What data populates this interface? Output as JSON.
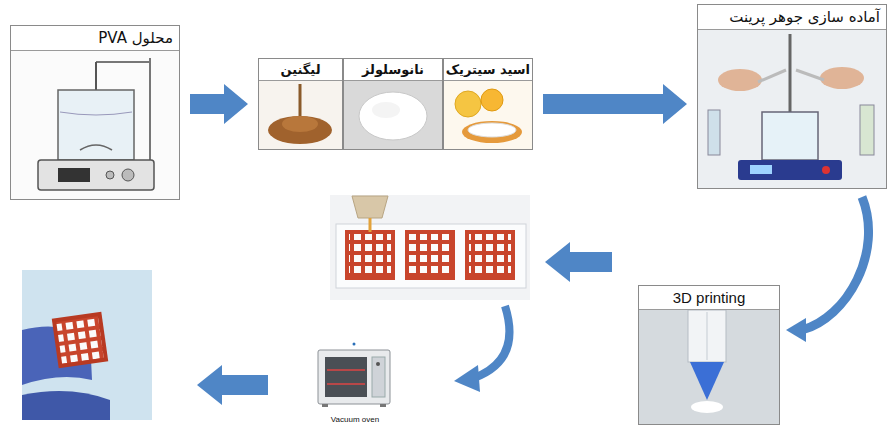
{
  "diagram": {
    "nodes": [
      {
        "text": [
          "محلول PVA"
        ]
      },
      {
        "text": [
          "لیگنین"
        ]
      },
      {
        "text": [
          "نانوسلولز"
        ]
      },
      {
        "text": [
          "اسید سیتریک"
        ]
      },
      {
        "text": [
          "آماده سازی جوهر پرینت"
        ]
      },
      {
        "text": [
          "3D printing"
        ]
      },
      {
        "text": [
          "Vacuum oven"
        ]
      }
    ],
    "edges": [
      {
        "from": 0,
        "to": 1,
        "arrow": "to"
      },
      {
        "from": 3,
        "to": 4,
        "arrow": "to"
      },
      {
        "from": 4,
        "to": 5,
        "arrow": "to"
      }
    ]
  }
}
